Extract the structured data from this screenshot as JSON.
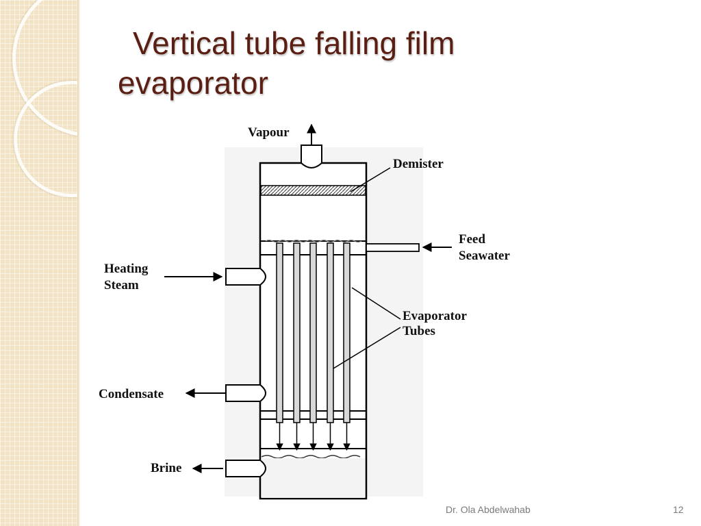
{
  "slide": {
    "title_line_1": "Vertical tube falling film",
    "title_line_2": "evaporator",
    "footer_author": "Dr. Ola Abdelwahab",
    "page_number": "12"
  },
  "diagram": {
    "labels": {
      "vapour": "Vapour",
      "demister": "Demister",
      "feed_line_1": "Feed",
      "feed_line_2": "Seawater",
      "heating_line_1": "Heating",
      "heating_line_2": "Steam",
      "evap_line_1": "Evaporator",
      "evap_line_2": "Tubes",
      "condensate": "Condensate",
      "brine": "Brine"
    },
    "tube_count": 5
  }
}
